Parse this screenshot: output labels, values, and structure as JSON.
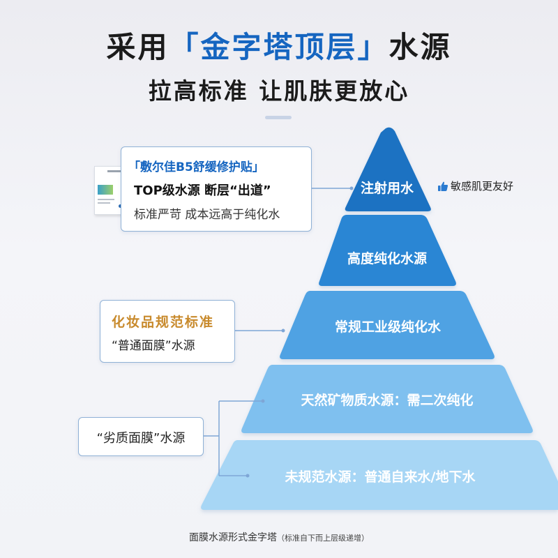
{
  "header": {
    "title_prefix": "采用",
    "title_accent": "「金字塔顶层」",
    "title_suffix": "水源",
    "subtitle": "拉高标准 让肌肤更放心"
  },
  "pyramid": {
    "tiers": [
      {
        "label": "注射用水",
        "color": "#1a72c2"
      },
      {
        "label": "高度纯化水源",
        "color": "#2a86d4"
      },
      {
        "label": "常规工业级纯化水",
        "color": "#4fa2e3"
      },
      {
        "label": "天然矿物质水源：需二次纯化",
        "color": "#7fc0ef"
      },
      {
        "label": "未规范水源：普通自来水/地下水",
        "color": "#a7d6f5"
      }
    ]
  },
  "callouts": {
    "top": {
      "line1": "「敷尔佳B5舒缓修护贴」",
      "line2": "TOP级水源 断层“出道”",
      "line3": "标准严苛 成本远高于纯化水"
    },
    "middle": {
      "line1": "化妆品规范标准",
      "line2": "“普通面膜”水源"
    },
    "bottom": {
      "line1": "“劣质面膜”水源"
    }
  },
  "side_tag": {
    "text": "敏感肌更友好",
    "icon": "thumbs-up-icon"
  },
  "caption": {
    "main": "面膜水源形式金字塔",
    "note": "（标准自下而上层级递增）"
  },
  "colors": {
    "accent": "#1565c0",
    "gold": "#c88a2c",
    "connector": "#7ea6d6"
  }
}
